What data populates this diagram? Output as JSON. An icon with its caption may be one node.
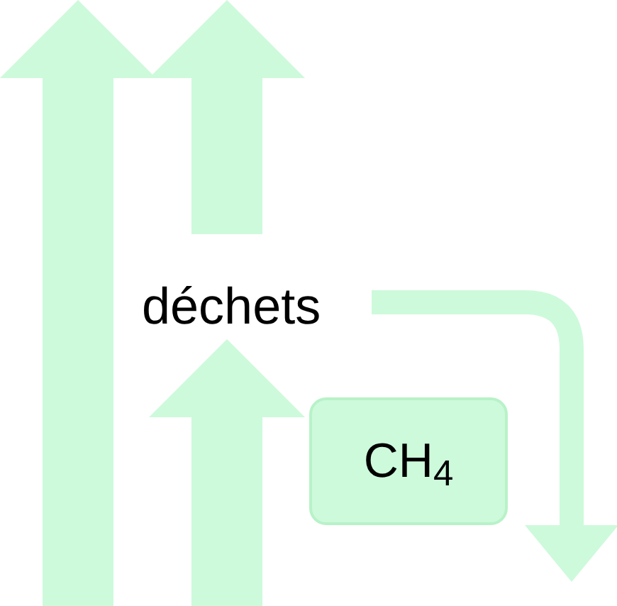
{
  "diagram": {
    "nodes": [
      {
        "text": [
          "déchets"
        ]
      },
      {
        "text": [
          "CH$_{4}$"
        ]
      }
    ],
    "edges": [
      {
        "from": null,
        "to": 0,
        "arrow": "to",
        "style": "thick"
      },
      {
        "from": 0,
        "to": 1,
        "arrow": "to"
      }
    ]
  }
}
